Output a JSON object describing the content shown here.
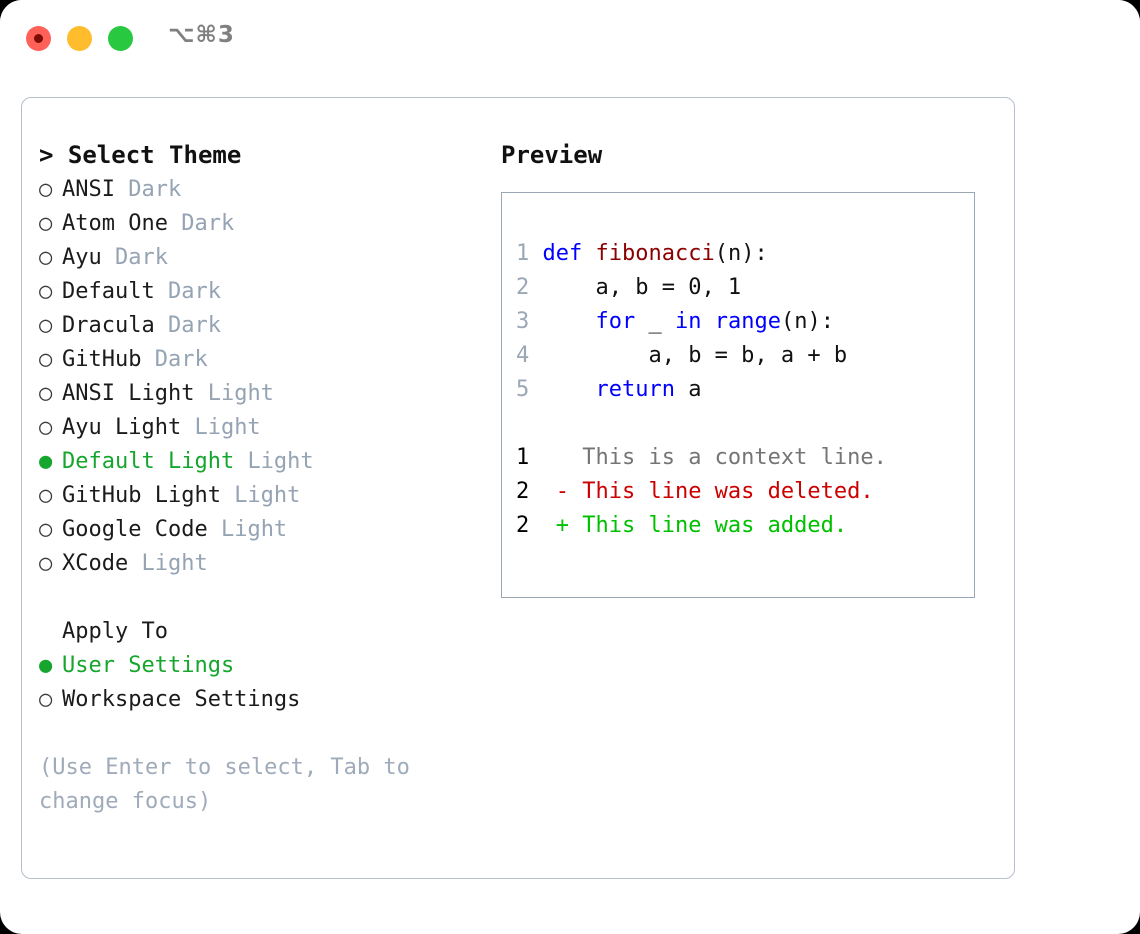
{
  "window": {
    "traffic_lights": [
      "close-button",
      "minimize-button",
      "maximize-button"
    ],
    "shortcut": "⌥⌘3"
  },
  "dialog": {
    "theme_panel": {
      "header": "> Select Theme",
      "items": [
        {
          "marker": "○",
          "label": "ANSI",
          "tag": "Dark",
          "selected": false
        },
        {
          "marker": "○",
          "label": "Atom One",
          "tag": "Dark",
          "selected": false
        },
        {
          "marker": "○",
          "label": "Ayu",
          "tag": "Dark",
          "selected": false
        },
        {
          "marker": "○",
          "label": "Default",
          "tag": "Dark",
          "selected": false
        },
        {
          "marker": "○",
          "label": "Dracula",
          "tag": "Dark",
          "selected": false
        },
        {
          "marker": "○",
          "label": "GitHub",
          "tag": "Dark",
          "selected": false
        },
        {
          "marker": "○",
          "label": "ANSI Light",
          "tag": "Light",
          "selected": false
        },
        {
          "marker": "○",
          "label": "Ayu Light",
          "tag": "Light",
          "selected": false
        },
        {
          "marker": "●",
          "label": "Default Light",
          "tag": "Light",
          "selected": true
        },
        {
          "marker": "○",
          "label": "GitHub Light",
          "tag": "Light",
          "selected": false
        },
        {
          "marker": "○",
          "label": "Google Code",
          "tag": "Light",
          "selected": false
        },
        {
          "marker": "○",
          "label": "XCode",
          "tag": "Light",
          "selected": false
        }
      ]
    },
    "apply_to": {
      "title": "Apply To",
      "options": [
        {
          "marker": "●",
          "label": "User Settings",
          "selected": true
        },
        {
          "marker": "○",
          "label": "Workspace Settings",
          "selected": false
        }
      ]
    },
    "hint": "(Use Enter to select, Tab to change focus)",
    "preview": {
      "title": "Preview",
      "code_lines": [
        {
          "num": "1",
          "tokens": [
            {
              "t": "def ",
              "c": "kw"
            },
            {
              "t": "fibonacci",
              "c": "fn"
            },
            {
              "t": "(n):",
              "c": "plain"
            }
          ]
        },
        {
          "num": "2",
          "tokens": [
            {
              "t": "    a, b = 0, 1",
              "c": "plain"
            }
          ]
        },
        {
          "num": "3",
          "tokens": [
            {
              "t": "    ",
              "c": "plain"
            },
            {
              "t": "for",
              "c": "kw"
            },
            {
              "t": " _ ",
              "c": "plain"
            },
            {
              "t": "in range",
              "c": "kw"
            },
            {
              "t": "(n):",
              "c": "plain"
            }
          ]
        },
        {
          "num": "4",
          "tokens": [
            {
              "t": "        a, b = b, a + b",
              "c": "plain"
            }
          ]
        },
        {
          "num": "5",
          "tokens": [
            {
              "t": "    ",
              "c": "plain"
            },
            {
              "t": "return",
              "c": "kw"
            },
            {
              "t": " a",
              "c": "plain"
            }
          ]
        }
      ],
      "diff_lines": [
        {
          "num": "1",
          "sign": " ",
          "text": "This is a context line.",
          "kind": "ctx"
        },
        {
          "num": "2",
          "sign": "-",
          "text": "This line was deleted.",
          "kind": "del"
        },
        {
          "num": "2",
          "sign": "+",
          "text": "This line was added.",
          "kind": "add"
        }
      ]
    }
  },
  "colors": {
    "accent_selected": "#16a62e",
    "tag_muted": "#95a3b3",
    "hint": "#9fabba",
    "keyword": "#0000ff",
    "function": "#8b0000",
    "diff_deleted": "#cc0000",
    "diff_added": "#00c000",
    "border": "#b6bfcc",
    "light_red": "#ff6058",
    "light_yellow": "#ffbd2e",
    "light_green": "#28c840"
  }
}
